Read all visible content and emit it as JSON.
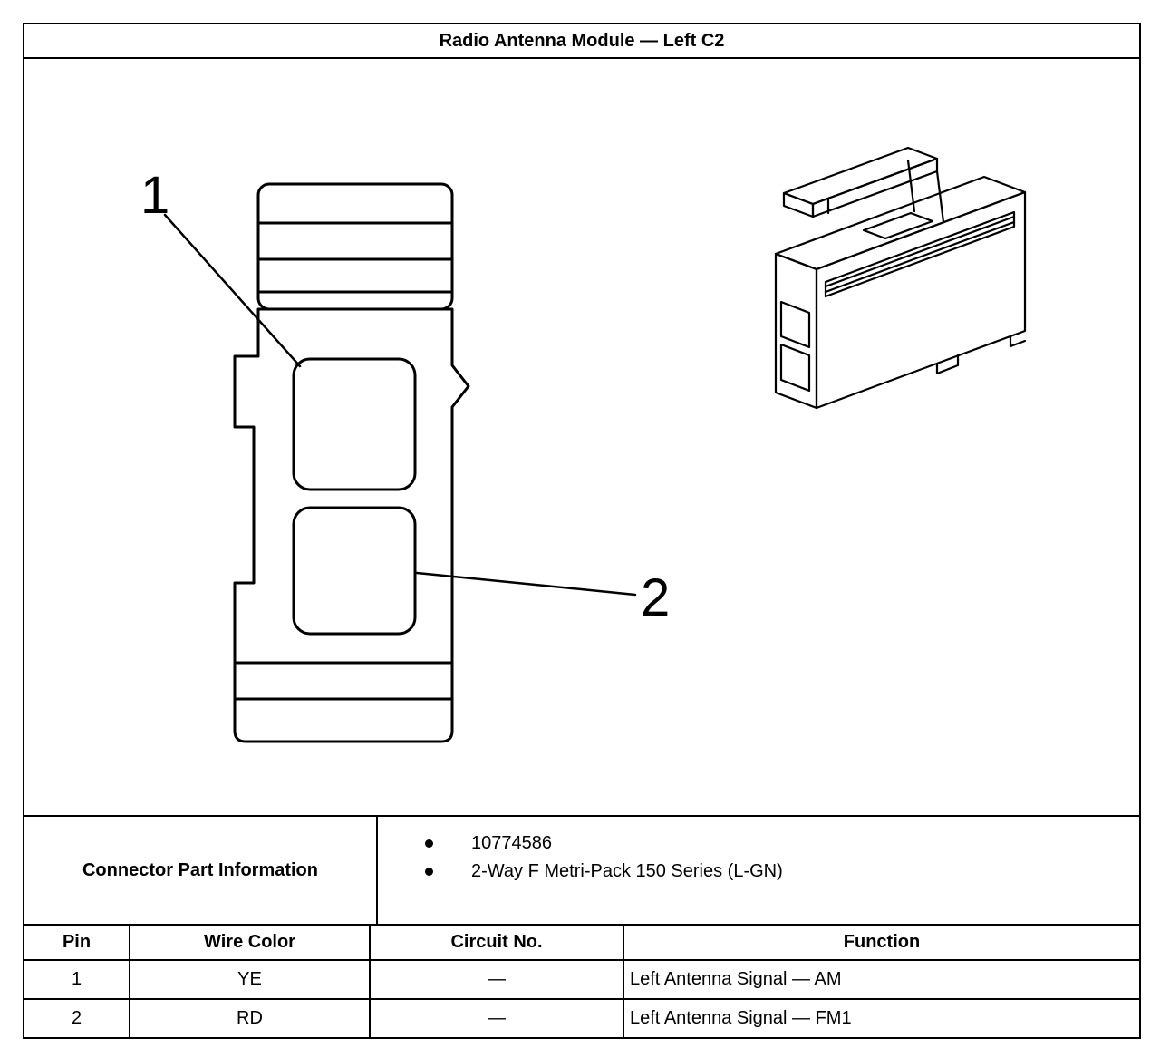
{
  "title": "Radio Antenna Module — Left C2",
  "diagram": {
    "callout_1": "1",
    "callout_2": "2"
  },
  "connector_info": {
    "label": "Connector Part Information",
    "items": [
      "10774586",
      "2-Way F Metri-Pack 150 Series (L-GN)"
    ]
  },
  "pin_table": {
    "headers": [
      "Pin",
      "Wire Color",
      "Circuit No.",
      "Function"
    ],
    "rows": [
      {
        "pin": "1",
        "wire_color": "YE",
        "circuit_no": "—",
        "function": "Left Antenna Signal — AM"
      },
      {
        "pin": "2",
        "wire_color": "RD",
        "circuit_no": "—",
        "function": "Left Antenna Signal — FM1"
      }
    ]
  }
}
